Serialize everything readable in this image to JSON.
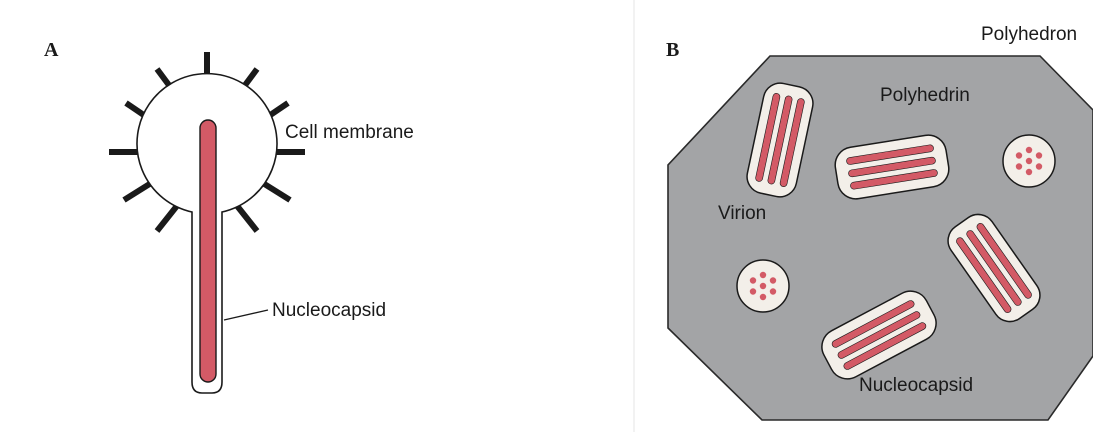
{
  "panel_a": {
    "letter": "A",
    "labels": {
      "cell_membrane": "Cell membrane",
      "nucleocapsid": "Nucleocapsid"
    }
  },
  "panel_b": {
    "letter": "B",
    "labels": {
      "polyhedron": "Polyhedron",
      "polyhedrin": "Polyhedrin",
      "virion": "Virion",
      "nucleocapsid": "Nucleocapsid"
    }
  },
  "colors": {
    "nucleocapsid_fill": "#d35a66",
    "polyhedrin_fill": "#a3a4a6",
    "virion_fill": "#f3efe9",
    "outline": "#1a1a1a"
  }
}
